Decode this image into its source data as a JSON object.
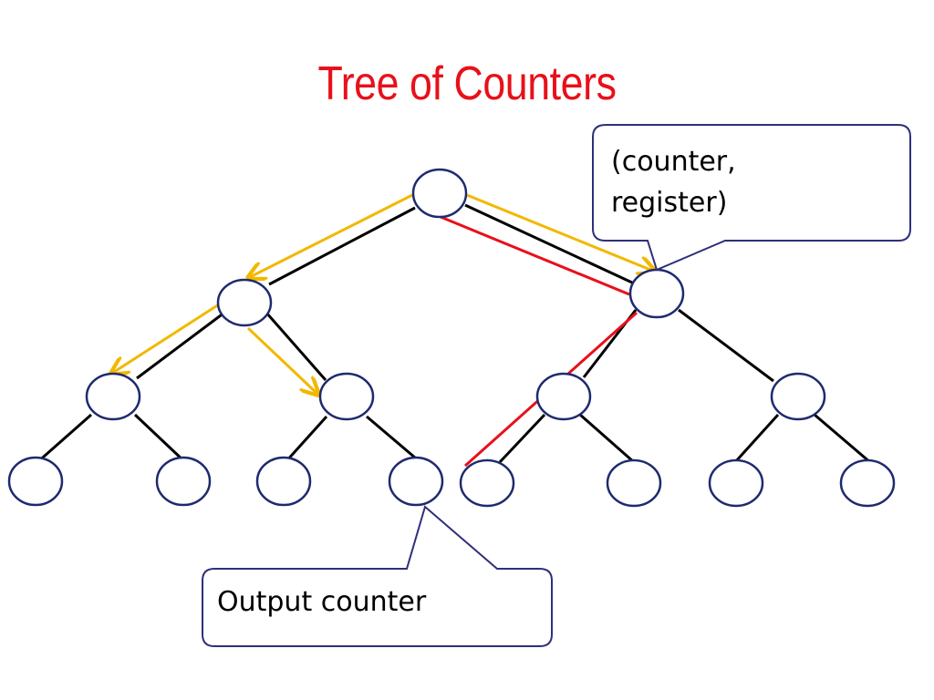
{
  "slide": {
    "title": "Tree of Counters",
    "title_color": "#e8101a"
  },
  "diagram": {
    "node_stroke": "#1f2a6e",
    "edge_color": "#000000",
    "traversal_color": "#f2b800",
    "path_color": "#e8101a",
    "callout_border": "#2e2f7a",
    "callouts": {
      "node_callout": {
        "line1": "(counter,",
        "line2": "register)"
      },
      "output_callout": {
        "text": "Output counter"
      }
    }
  }
}
